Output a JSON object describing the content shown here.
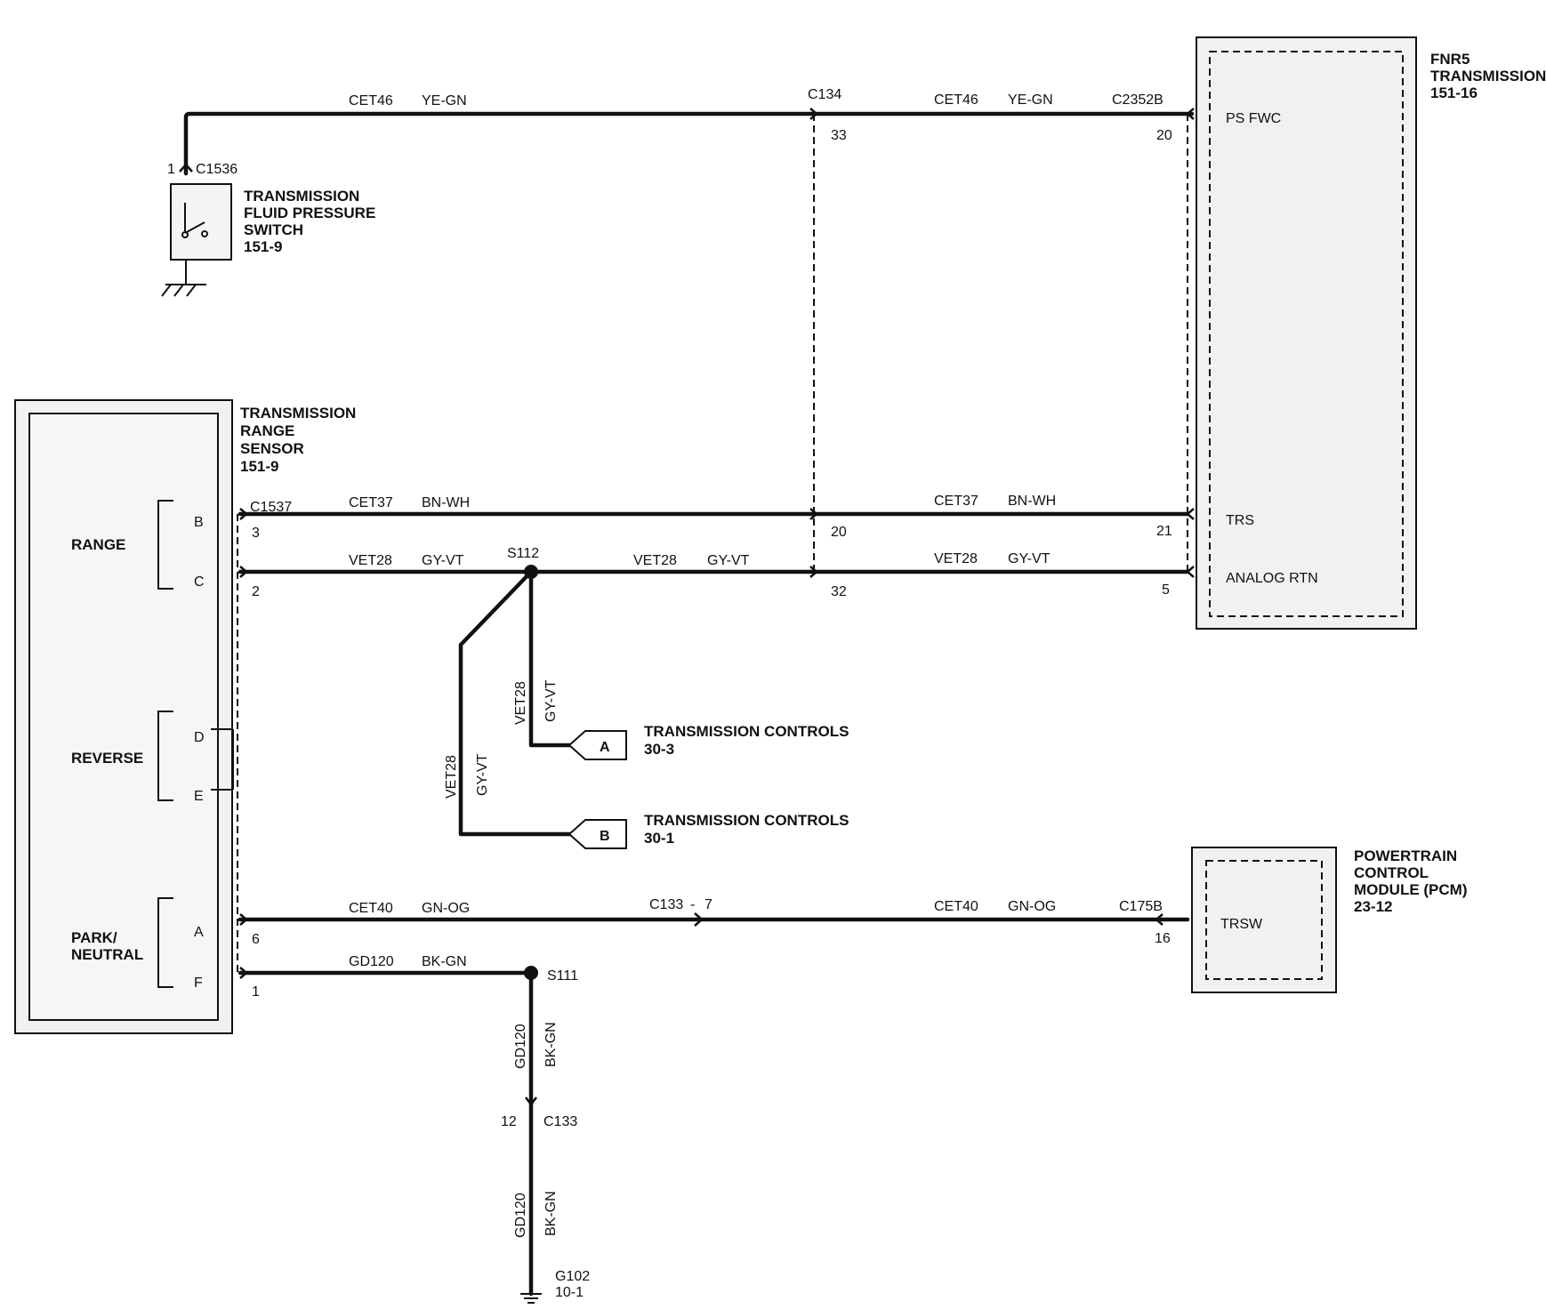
{
  "wires": {
    "cet46_left": "CET46",
    "cet46_left_color": "YE-GN",
    "cet46_right": "CET46",
    "cet46_right_color": "YE-GN",
    "cet37_left": "CET37",
    "cet37_left_color": "BN-WH",
    "cet37_right": "CET37",
    "cet37_right_color": "BN-WH",
    "vet28_a": "VET28",
    "vet28_a_color": "GY-VT",
    "vet28_b": "VET28",
    "vet28_b_color": "GY-VT",
    "vet28_c": "VET28",
    "vet28_c_color": "GY-VT",
    "vet28_vert1": "VET28",
    "vet28_vert1_color": "GY-VT",
    "vet28_vert2": "VET28",
    "vet28_vert2_color": "GY-VT",
    "cet40_left": "CET40",
    "cet40_left_color": "GN-OG",
    "cet40_right": "CET40",
    "cet40_right_color": "GN-OG",
    "gd120_h": "GD120",
    "gd120_h_color": "BK-GN",
    "gd120_v1": "GD120",
    "gd120_v1_color": "BK-GN",
    "gd120_v2": "GD120",
    "gd120_v2_color": "BK-GN"
  },
  "connectors": {
    "c134": "C134",
    "c134_pin_33": "33",
    "c134_pin_20": "20",
    "c134_pin_32": "32",
    "c2352b": "C2352B",
    "c2352b_pin_20": "20",
    "c2352b_pin_21": "21",
    "c2352b_pin_5": "5",
    "c1536": "C1536",
    "c1536_pin": "1",
    "c1537": "C1537",
    "c1537_pin_3": "3",
    "c1537_pin_2": "2",
    "c1537_pin_6": "6",
    "c1537_pin_1": "1",
    "c133_inline": "C133",
    "c133_inline_pin": "7",
    "c133_dash": "-",
    "c175b": "C175B",
    "c175b_pin": "16",
    "c133_ground": "C133",
    "c133_ground_pin": "12"
  },
  "splices": {
    "s112": "S112",
    "s111": "S111"
  },
  "ground": {
    "id": "G102",
    "ref": "10-1"
  },
  "components": {
    "fnr5": {
      "line1": "FNR5",
      "line2": "TRANSMISSION",
      "ref": "151-16",
      "pin_ps_fwc": "PS FWC",
      "pin_trs": "TRS",
      "pin_analog_rtn": "ANALOG RTN"
    },
    "pressure_switch": {
      "line1": "TRANSMISSION",
      "line2": "FLUID PRESSURE",
      "line3": "SWITCH",
      "ref": "151-9"
    },
    "range_sensor": {
      "line1": "TRANSMISSION",
      "line2": "RANGE",
      "line3": "SENSOR",
      "ref": "151-9",
      "range": "RANGE",
      "reverse": "REVERSE",
      "park1": "PARK/",
      "park2": "NEUTRAL",
      "pin_b": "B",
      "pin_c": "C",
      "pin_d": "D",
      "pin_e": "E",
      "pin_a": "A",
      "pin_f": "F"
    },
    "pcm": {
      "line1": "POWERTRAIN",
      "line2": "CONTROL",
      "line3": "MODULE (PCM)",
      "ref": "23-12",
      "pin_trsw": "TRSW"
    }
  },
  "offpage": {
    "a": {
      "letter": "A",
      "title": "TRANSMISSION CONTROLS",
      "ref": "30-3"
    },
    "b": {
      "letter": "B",
      "title": "TRANSMISSION CONTROLS",
      "ref": "30-1"
    }
  },
  "colors": {
    "ink": "#111111",
    "component_fill": "#f1f1ef"
  },
  "icons": [
    "ground-icon",
    "switch-icon",
    "splice-icon",
    "connector-arrow-icon",
    "offpage-connector-icon"
  ]
}
